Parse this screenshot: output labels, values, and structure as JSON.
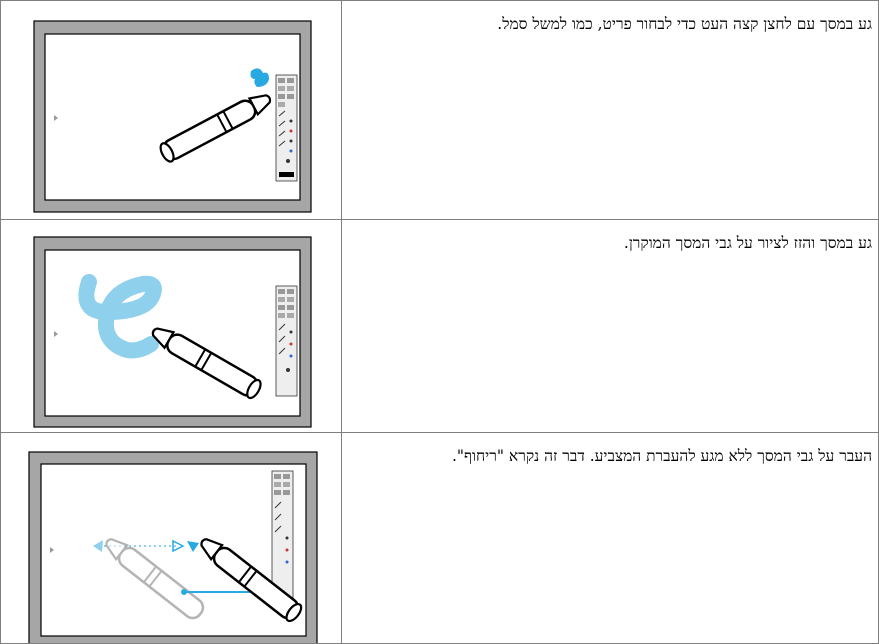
{
  "rows": [
    {
      "text": "גע במסך עם לחצן קצה העט כדי לבחור פריט, כמו למשל סמל."
    },
    {
      "text": "גע במסך והזז לציור על גבי המסך המוקרן."
    },
    {
      "text": "העבר על גבי המסך ללא מגע להעברת המצביע. דבר זה נקרא \"ריחוף\"."
    }
  ],
  "colors": {
    "frame_gray": "#a6a6a6",
    "accent_blue": "#29a9e1",
    "light_blue": "#8fd0ec",
    "ghost_gray": "#9a9a9a"
  }
}
